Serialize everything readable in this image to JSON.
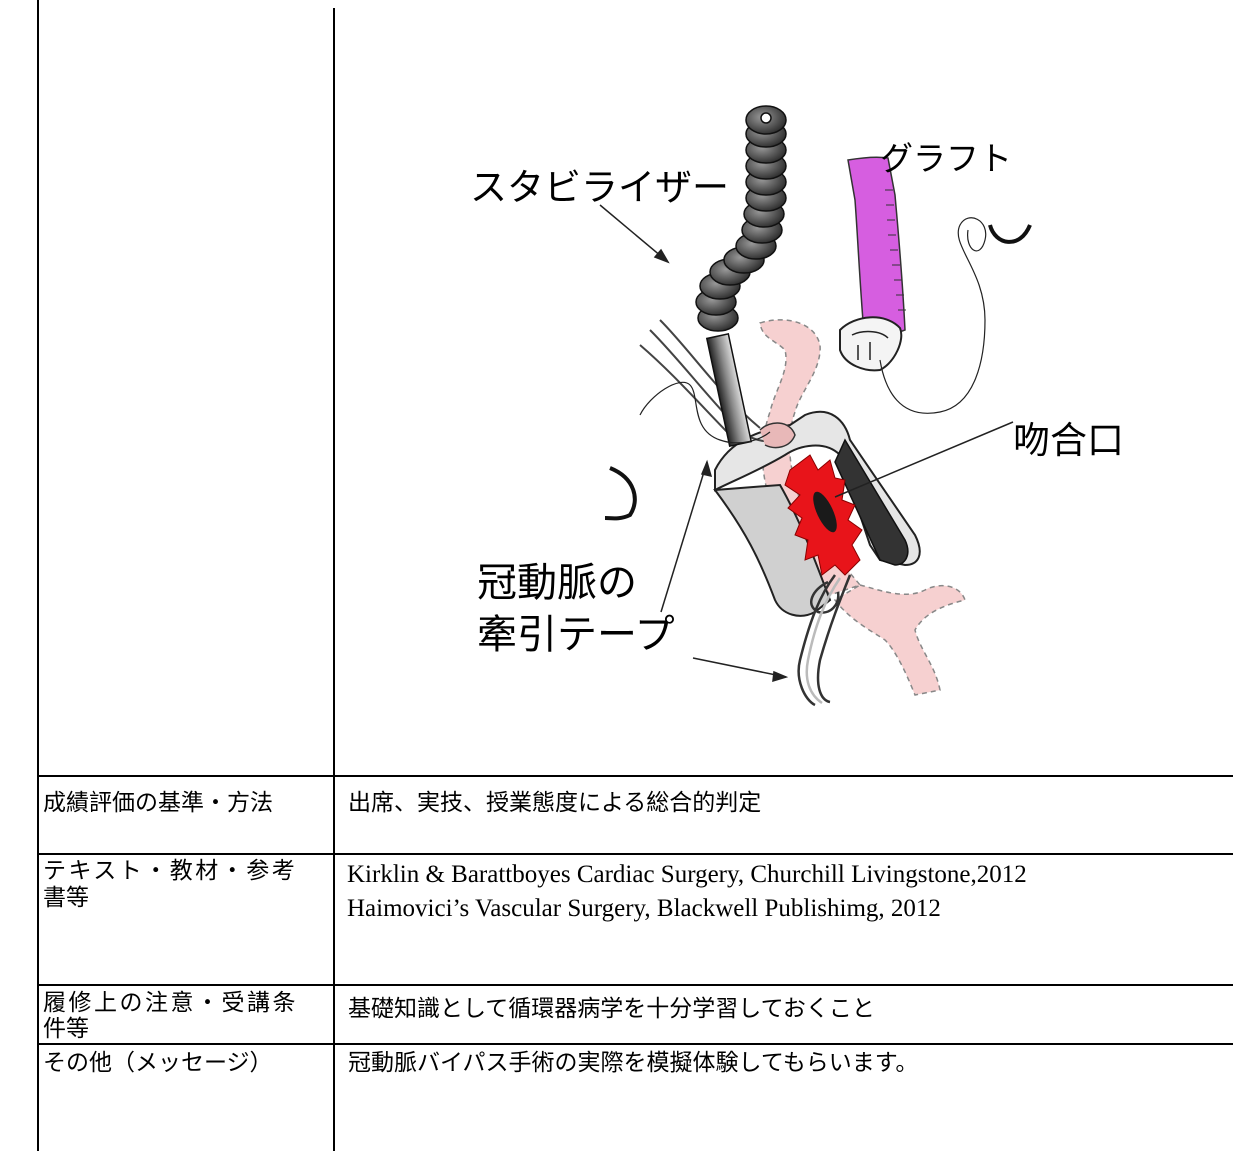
{
  "figure": {
    "labels": {
      "stabilizer": "スタビライザー",
      "graft": "グラフト",
      "anastomosis": "吻合口",
      "tape_line1": "冠動脈の",
      "tape_line2": "牽引テープ"
    }
  },
  "rows": [
    {
      "label": "成績評価の基準・方法",
      "content": "出席、実技、授業態度による総合的判定"
    },
    {
      "label_line1": "テキスト・教材・参考",
      "label_line2": "書等",
      "content_line1": "Kirklin & Barattboyes Cardiac Surgery, Churchill Livingstone,2012",
      "content_line2": "Haimovici’s Vascular Surgery, Blackwell Publishimg, 2012"
    },
    {
      "label_line1": "履修上の注意・受講条",
      "label_line2": "件等",
      "content": "基礎知識として循環器病学を十分学習しておくこと"
    },
    {
      "label": "その他（メッセージ）",
      "content": "冠動脈バイパス手術の実際を模擬体験してもらいます。"
    }
  ]
}
